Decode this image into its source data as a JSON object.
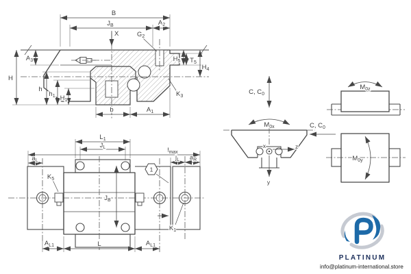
{
  "front_view": {
    "labels": {
      "B": {
        "m": "B"
      },
      "JB": {
        "m": "J",
        "s": "B"
      },
      "A2": {
        "m": "A",
        "s": "2"
      },
      "X": {
        "m": "X"
      },
      "G2": {
        "m": "G",
        "s": "2"
      },
      "H5": {
        "m": "H",
        "s": "5"
      },
      "T5": {
        "m": "T",
        "s": "5"
      },
      "H4": {
        "m": "H",
        "s": "4"
      },
      "K3": {
        "m": "K",
        "s": "3"
      },
      "A3": {
        "m": "A",
        "s": "3"
      },
      "H": {
        "m": "H"
      },
      "h": {
        "m": "h"
      },
      "h1": {
        "m": "h",
        "s": "1"
      },
      "H1": {
        "m": "H",
        "s": "1"
      },
      "b": {
        "m": "b"
      },
      "A1": {
        "m": "A",
        "s": "1"
      }
    }
  },
  "top_view": {
    "labels": {
      "L1": {
        "m": "L",
        "s": "1"
      },
      "JL": {
        "m": "J",
        "s": "L"
      },
      "lmax": {
        "m": "l",
        "s": "max"
      },
      "aL": {
        "m": "a",
        "s": "L"
      },
      "K5": {
        "m": "K",
        "s": "5"
      },
      "JB": {
        "m": "J",
        "s": "B"
      },
      "jL": {
        "m": "j",
        "s": "L"
      },
      "aR": {
        "m": "a",
        "s": "R"
      },
      "K1": {
        "m": "K",
        "s": "1"
      },
      "AL1_left": {
        "m": "A",
        "s": "L1"
      },
      "L": {
        "m": "L"
      },
      "AL1_right": {
        "m": "A",
        "s": "L1"
      },
      "balloon": "1"
    }
  },
  "load_diagrams": {
    "labels": {
      "C_top": {
        "m": "C, C",
        "s": "0"
      },
      "C_side": {
        "m": "C, C",
        "s": "0"
      },
      "M0x": {
        "m": "M",
        "s": "0x"
      },
      "M0z": {
        "m": "M",
        "s": "0z"
      },
      "M0y": {
        "m": "M",
        "s": "0y"
      },
      "axis_x": "x",
      "axis_y": "y",
      "axis_z": "z"
    }
  },
  "branding": {
    "brand": "PLATINUM",
    "email": "info@platinum-international.store"
  },
  "colors": {
    "line": "#474747",
    "logo_blue": "#1d6aa8",
    "brand_navy": "#1b2e5a",
    "swirl_gray": "#c6cad2"
  }
}
